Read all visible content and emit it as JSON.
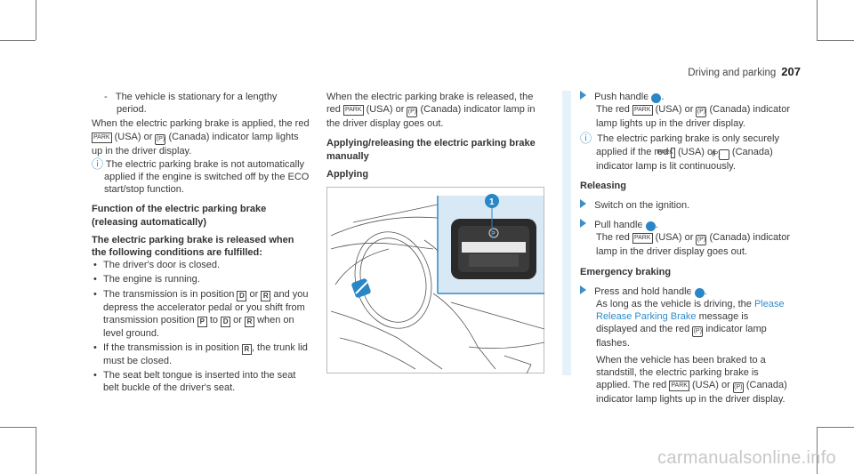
{
  "header": {
    "section": "Driving and parking",
    "page": "207"
  },
  "col1": {
    "dash_item": "The vehicle is stationary for a lengthy period.",
    "p_applied": [
      "When the electric parking brake is applied, the red",
      "(USA) or",
      "(Canada) indicator lamp lights up in the driver display."
    ],
    "note": "The electric parking brake is not automatically applied if the engine is switched off by the ECO start/stop function.",
    "heading1": "Function of the electric parking brake (releasing automatically)",
    "heading2": "The electric parking brake is released when the following conditions are fulfilled:",
    "bullets": {
      "b1": "The driver's door is closed.",
      "b2": "The engine is running.",
      "b3a": "The transmission is in position",
      "b3b": "or",
      "b3c": "and you depress the accelerator pedal or you shift from transmission position",
      "b3d": "to",
      "b3e": "or",
      "b3f": "when on level ground.",
      "b4a": "If the transmission is in position",
      "b4b": ", the trunk lid must be closed.",
      "b5": "The seat belt tongue is inserted into the seat belt buckle of the driver's seat."
    }
  },
  "col2": {
    "p_released": [
      "When the electric parking brake is released, the red",
      "(USA) or",
      "(Canada) indicator lamp in the driver display goes out."
    ],
    "heading1": "Applying/releasing the electric parking brake manually",
    "heading2": "Applying"
  },
  "col3": {
    "push": [
      "Push handle",
      "."
    ],
    "push_desc": [
      "The red",
      "(USA) or",
      "(Canada) indicator lamp lights up in the driver display."
    ],
    "note": [
      "The electric parking brake is only securely applied if the red",
      "(USA) or",
      "(Canada) indicator lamp is lit continuously."
    ],
    "releasing": "Releasing",
    "switch": "Switch on the ignition.",
    "pull": [
      "Pull handle",
      "."
    ],
    "pull_desc": [
      "The red",
      "(USA) or",
      "(Canada) indicator lamp in the driver display goes out."
    ],
    "emergency": "Emergency braking",
    "press": [
      "Press and hold handle",
      "."
    ],
    "press_desc": [
      "As long as the vehicle is driving, the",
      "Please Release Parking Brake",
      "message is displayed and the red",
      "indicator lamp flashes."
    ],
    "standstill": [
      "When the vehicle has been braked to a standstill, the electric parking brake is applied. The red",
      "(USA) or",
      "(Canada) indicator lamp lights up in the driver display."
    ]
  },
  "symbols": {
    "park": "PARK",
    "p": "(P)",
    "D": "D",
    "R": "R",
    "P": "P",
    "num1": "1",
    "info": "ⓘ",
    "dash": "-"
  },
  "watermark": "carmanualsonline.info"
}
